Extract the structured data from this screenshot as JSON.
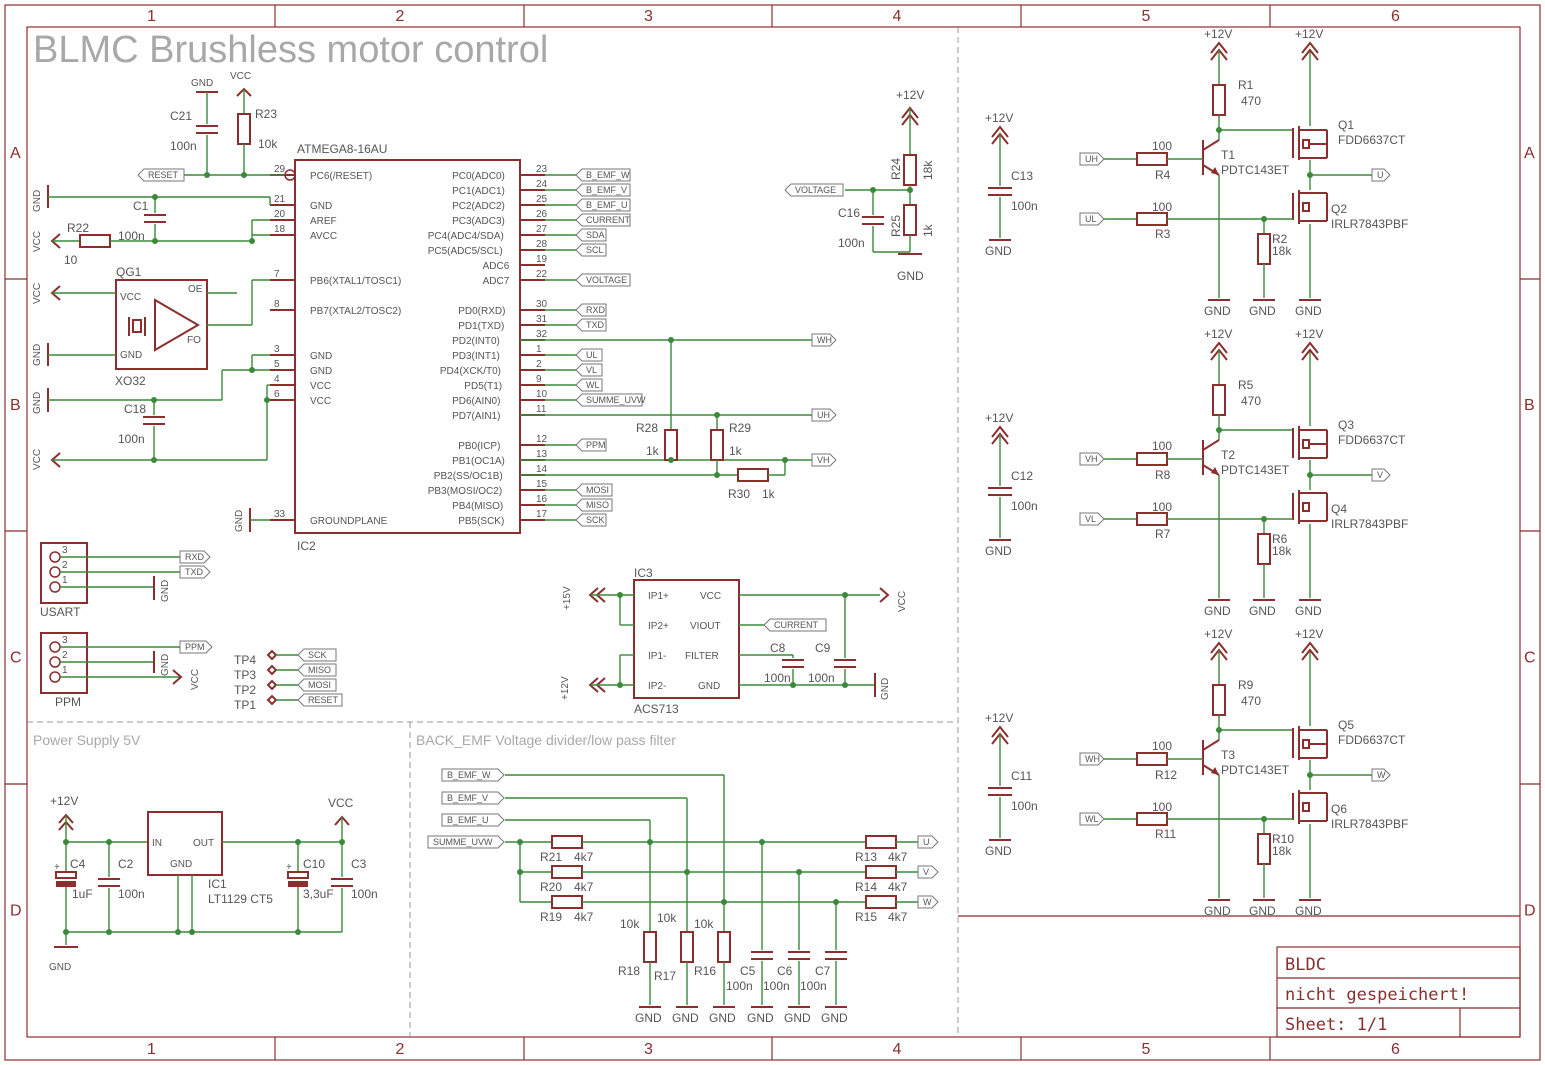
{
  "title": "BLMC Brushless motor control",
  "grid": {
    "cols": [
      "1",
      "2",
      "3",
      "4",
      "5",
      "6"
    ],
    "rows": [
      "A",
      "B",
      "C",
      "D"
    ]
  },
  "sections": {
    "power": "Power Supply 5V",
    "backemf": "BACK_EMF  Voltage divider/low pass filter"
  },
  "titleblock": {
    "name": "BLDC",
    "status": "nicht gespeichert!",
    "sheet": "Sheet: 1/1"
  },
  "mcu": {
    "name": "ATMEGA8-16AU",
    "ref": "IC2",
    "left": [
      {
        "pin": "29",
        "name": "PC6(/RESET)"
      },
      {
        "pin": "21",
        "name": "GND"
      },
      {
        "pin": "20",
        "name": "AREF"
      },
      {
        "pin": "18",
        "name": "AVCC"
      },
      {
        "pin": "7",
        "name": "PB6(XTAL1/TOSC1)"
      },
      {
        "pin": "8",
        "name": "PB7(XTAL2/TOSC2)"
      },
      {
        "pin": "3",
        "name": "GND"
      },
      {
        "pin": "5",
        "name": "GND"
      },
      {
        "pin": "4",
        "name": "VCC"
      },
      {
        "pin": "6",
        "name": "VCC"
      },
      {
        "pin": "33",
        "name": "GROUNDPLANE"
      }
    ],
    "right": [
      {
        "pin": "23",
        "name": "PC0(ADC0)",
        "net": "B_EMF_W"
      },
      {
        "pin": "24",
        "name": "PC1(ADC1)",
        "net": "B_EMF_V"
      },
      {
        "pin": "25",
        "name": "PC2(ADC2)",
        "net": "B_EMF_U"
      },
      {
        "pin": "26",
        "name": "PC3(ADC3)",
        "net": "CURRENT"
      },
      {
        "pin": "27",
        "name": "PC4(ADC4/SDA)",
        "net": "SDA"
      },
      {
        "pin": "28",
        "name": "PC5(ADC5/SCL)",
        "net": "SCL"
      },
      {
        "pin": "19",
        "name": "ADC6",
        "net": ""
      },
      {
        "pin": "22",
        "name": "ADC7",
        "net": "VOLTAGE"
      },
      {
        "pin": "30",
        "name": "PD0(RXD)",
        "net": "RXD"
      },
      {
        "pin": "31",
        "name": "PD1(TXD)",
        "net": "TXD"
      },
      {
        "pin": "32",
        "name": "PD2(INT0)",
        "net": ""
      },
      {
        "pin": "1",
        "name": "PD3(INT1)",
        "net": "UL"
      },
      {
        "pin": "2",
        "name": "PD4(XCK/T0)",
        "net": "VL"
      },
      {
        "pin": "9",
        "name": "PD5(T1)",
        "net": "WL"
      },
      {
        "pin": "10",
        "name": "PD6(AIN0)",
        "net": "SUMME_UVW"
      },
      {
        "pin": "11",
        "name": "PD7(AIN1)",
        "net": ""
      },
      {
        "pin": "12",
        "name": "PB0(ICP)",
        "net": "PPM"
      },
      {
        "pin": "13",
        "name": "PB1(OC1A)",
        "net": ""
      },
      {
        "pin": "14",
        "name": "PB2(SS/OC1B)",
        "net": ""
      },
      {
        "pin": "15",
        "name": "PB3(MOSI/OC2)",
        "net": "MOSI"
      },
      {
        "pin": "16",
        "name": "PB4(MISO)",
        "net": "MISO"
      },
      {
        "pin": "17",
        "name": "PB5(SCK)",
        "net": "SCK"
      }
    ]
  },
  "labels": {
    "gnd": "GND",
    "vcc": "VCC",
    "p12": "+12V",
    "p15": "+15V",
    "wh": "WH",
    "uh": "UH",
    "vh": "VH",
    "u": "U",
    "v": "V",
    "w": "W",
    "ul": "UL",
    "vl": "VL",
    "wl": "WL",
    "reset": "RESET",
    "voltage": "VOLTAGE",
    "current": "CURRENT",
    "sck": "SCK",
    "miso": "MISO",
    "mosi": "MOSI",
    "rxd": "RXD",
    "txd": "TXD",
    "ppm": "PPM",
    "summe": "SUMME_UVW",
    "bemfw": "B_EMF_W",
    "bemfv": "B_EMF_V",
    "bemfu": "B_EMF_U",
    "usart": "USART",
    "ppmconn": "PPM",
    "tp1": "TP1",
    "tp2": "TP2",
    "tp3": "TP3",
    "tp4": "TP4"
  },
  "comps": {
    "C21": "C21",
    "c21v": "100n",
    "R23": "R23",
    "r23v": "10k",
    "C1": "C1",
    "c1v": "100n",
    "R22": "R22",
    "r22v": "10",
    "QG1": "QG1",
    "xo": "XO32",
    "C18": "C18",
    "c18v": "100n",
    "R24": "R24",
    "r24v": "18k",
    "R25": "R25",
    "r25v": "1k",
    "C16": "C16",
    "c16v": "100n",
    "R28": "R28",
    "r28v": "1k",
    "R29": "R29",
    "r29v": "1k",
    "R30": "R30",
    "r30v": "1k",
    "IC3": "IC3",
    "acs": "ACS713",
    "C8": "C8",
    "C9": "C9",
    "c8v": "100n",
    "c9v": "100n",
    "C4": "C4",
    "c4v": "1uF",
    "C2": "C2",
    "c2v": "100n",
    "IC1": "IC1",
    "ic1v": "LT1129 CT5",
    "C10": "C10",
    "c10v": "3,3uF",
    "C3": "C3",
    "c3v": "100n",
    "R21": "R21",
    "R20": "R20",
    "R19": "R19",
    "rv4k7": "4k7",
    "R13": "R13",
    "R14": "R14",
    "R15": "R15",
    "R18": "R18",
    "R17": "R17",
    "R16": "R16",
    "rv10k": "10k",
    "C5": "C5",
    "C6": "C6",
    "C7": "C7",
    "cv100n": "100n",
    "C13": "C13",
    "C12": "C12",
    "C11": "C11",
    "R1": "R1",
    "R5": "R5",
    "R9": "R9",
    "rv470": "470",
    "T1": "T1",
    "T2": "T2",
    "T3": "T3",
    "tv": "PDTC143ET",
    "Q1": "Q1",
    "Q3": "Q3",
    "Q5": "Q5",
    "qpv": "FDD6637CT",
    "Q2": "Q2",
    "Q4": "Q4",
    "Q6": "Q6",
    "qnv": "IRLR7843PBF",
    "R4": "R4",
    "R3": "R3",
    "R8": "R8",
    "R7": "R7",
    "R12": "R12",
    "R11": "R11",
    "rv100": "100",
    "R2": "R2",
    "R6": "R6",
    "R10": "R10",
    "rv18k": "18k",
    "ip1p": "IP1+",
    "ip2p": "IP2+",
    "ip1m": "IP1-",
    "ip2m": "IP2-",
    "viout": "VIOUT",
    "filter": "FILTER",
    "in": "IN",
    "out": "OUT",
    "oe": "OE",
    "fo": "FO"
  }
}
